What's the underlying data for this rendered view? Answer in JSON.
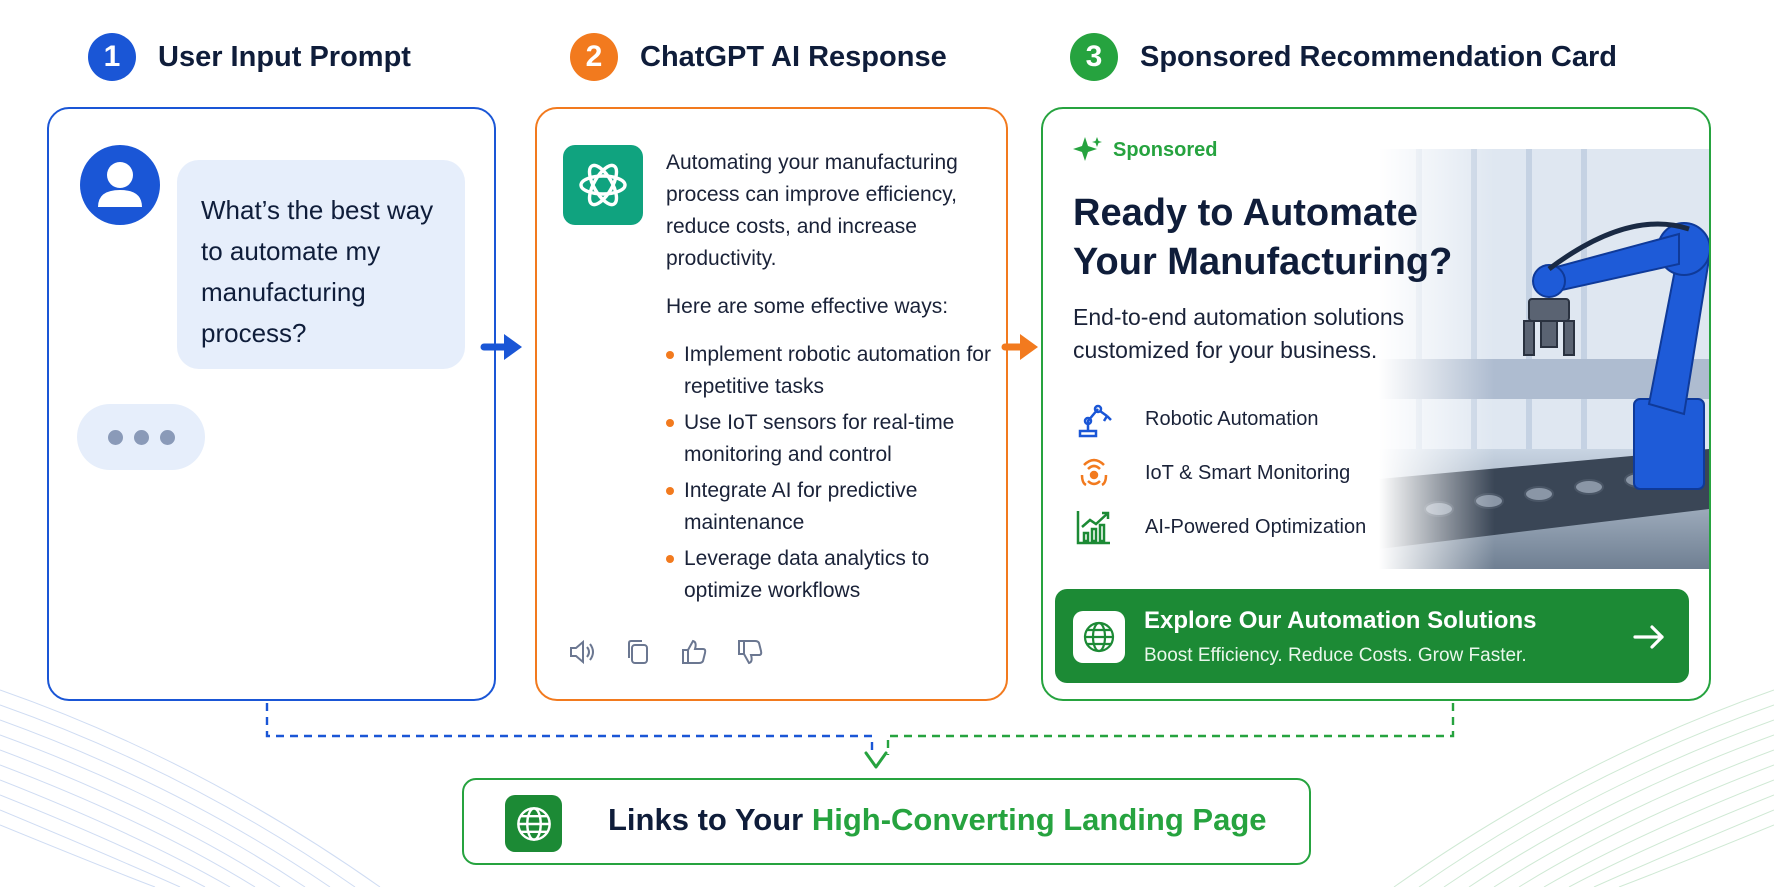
{
  "colors": {
    "blue": "#1a56d6",
    "orange": "#f27a1e",
    "green": "#26a33f",
    "dark_green": "#1c8a35",
    "navy": "#0f1d3a"
  },
  "steps": [
    {
      "number": "1",
      "title": "User Input Prompt"
    },
    {
      "number": "2",
      "title": "ChatGPT AI Response"
    },
    {
      "number": "3",
      "title": "Sponsored Recommendation Card"
    }
  ],
  "user": {
    "avatar_icon": "user-icon",
    "prompt_lines": [
      "What’s the best way",
      "to automate my",
      "manufacturing",
      "process?"
    ],
    "typing_icon": "typing-dots-icon"
  },
  "ai": {
    "logo_icon": "chatgpt-logo-icon",
    "intro": "Automating your manufacturing process can improve efficiency, reduce costs, and increase productivity.",
    "lead": "Here are some effective ways:",
    "bullets": [
      "Implement robotic automation for repetitive tasks",
      "Use IoT sensors for real-time monitoring and control",
      "Integrate AI for predictive maintenance",
      "Leverage data analytics to optimize workflows"
    ],
    "actions": [
      "speaker-icon",
      "copy-icon",
      "thumbs-up-icon",
      "thumbs-down-icon"
    ]
  },
  "ad": {
    "sponsored_label": "Sponsored",
    "title": "Ready to Automate Your Manufacturing?",
    "subtitle": "End-to-end automation solutions customized for your business.",
    "features": [
      {
        "icon": "robot-arm-icon",
        "label": "Robotic Automation"
      },
      {
        "icon": "iot-signal-icon",
        "label": "IoT & Smart Monitoring"
      },
      {
        "icon": "growth-chart-icon",
        "label": "AI-Powered Optimization"
      }
    ],
    "cta": {
      "title": "Explore Our Automation Solutions",
      "subtitle": "Boost Efficiency. Reduce Costs. Grow Faster."
    }
  },
  "landing": {
    "text_prefix": "Links to Your ",
    "text_highlight": "High-Converting Landing Page"
  }
}
